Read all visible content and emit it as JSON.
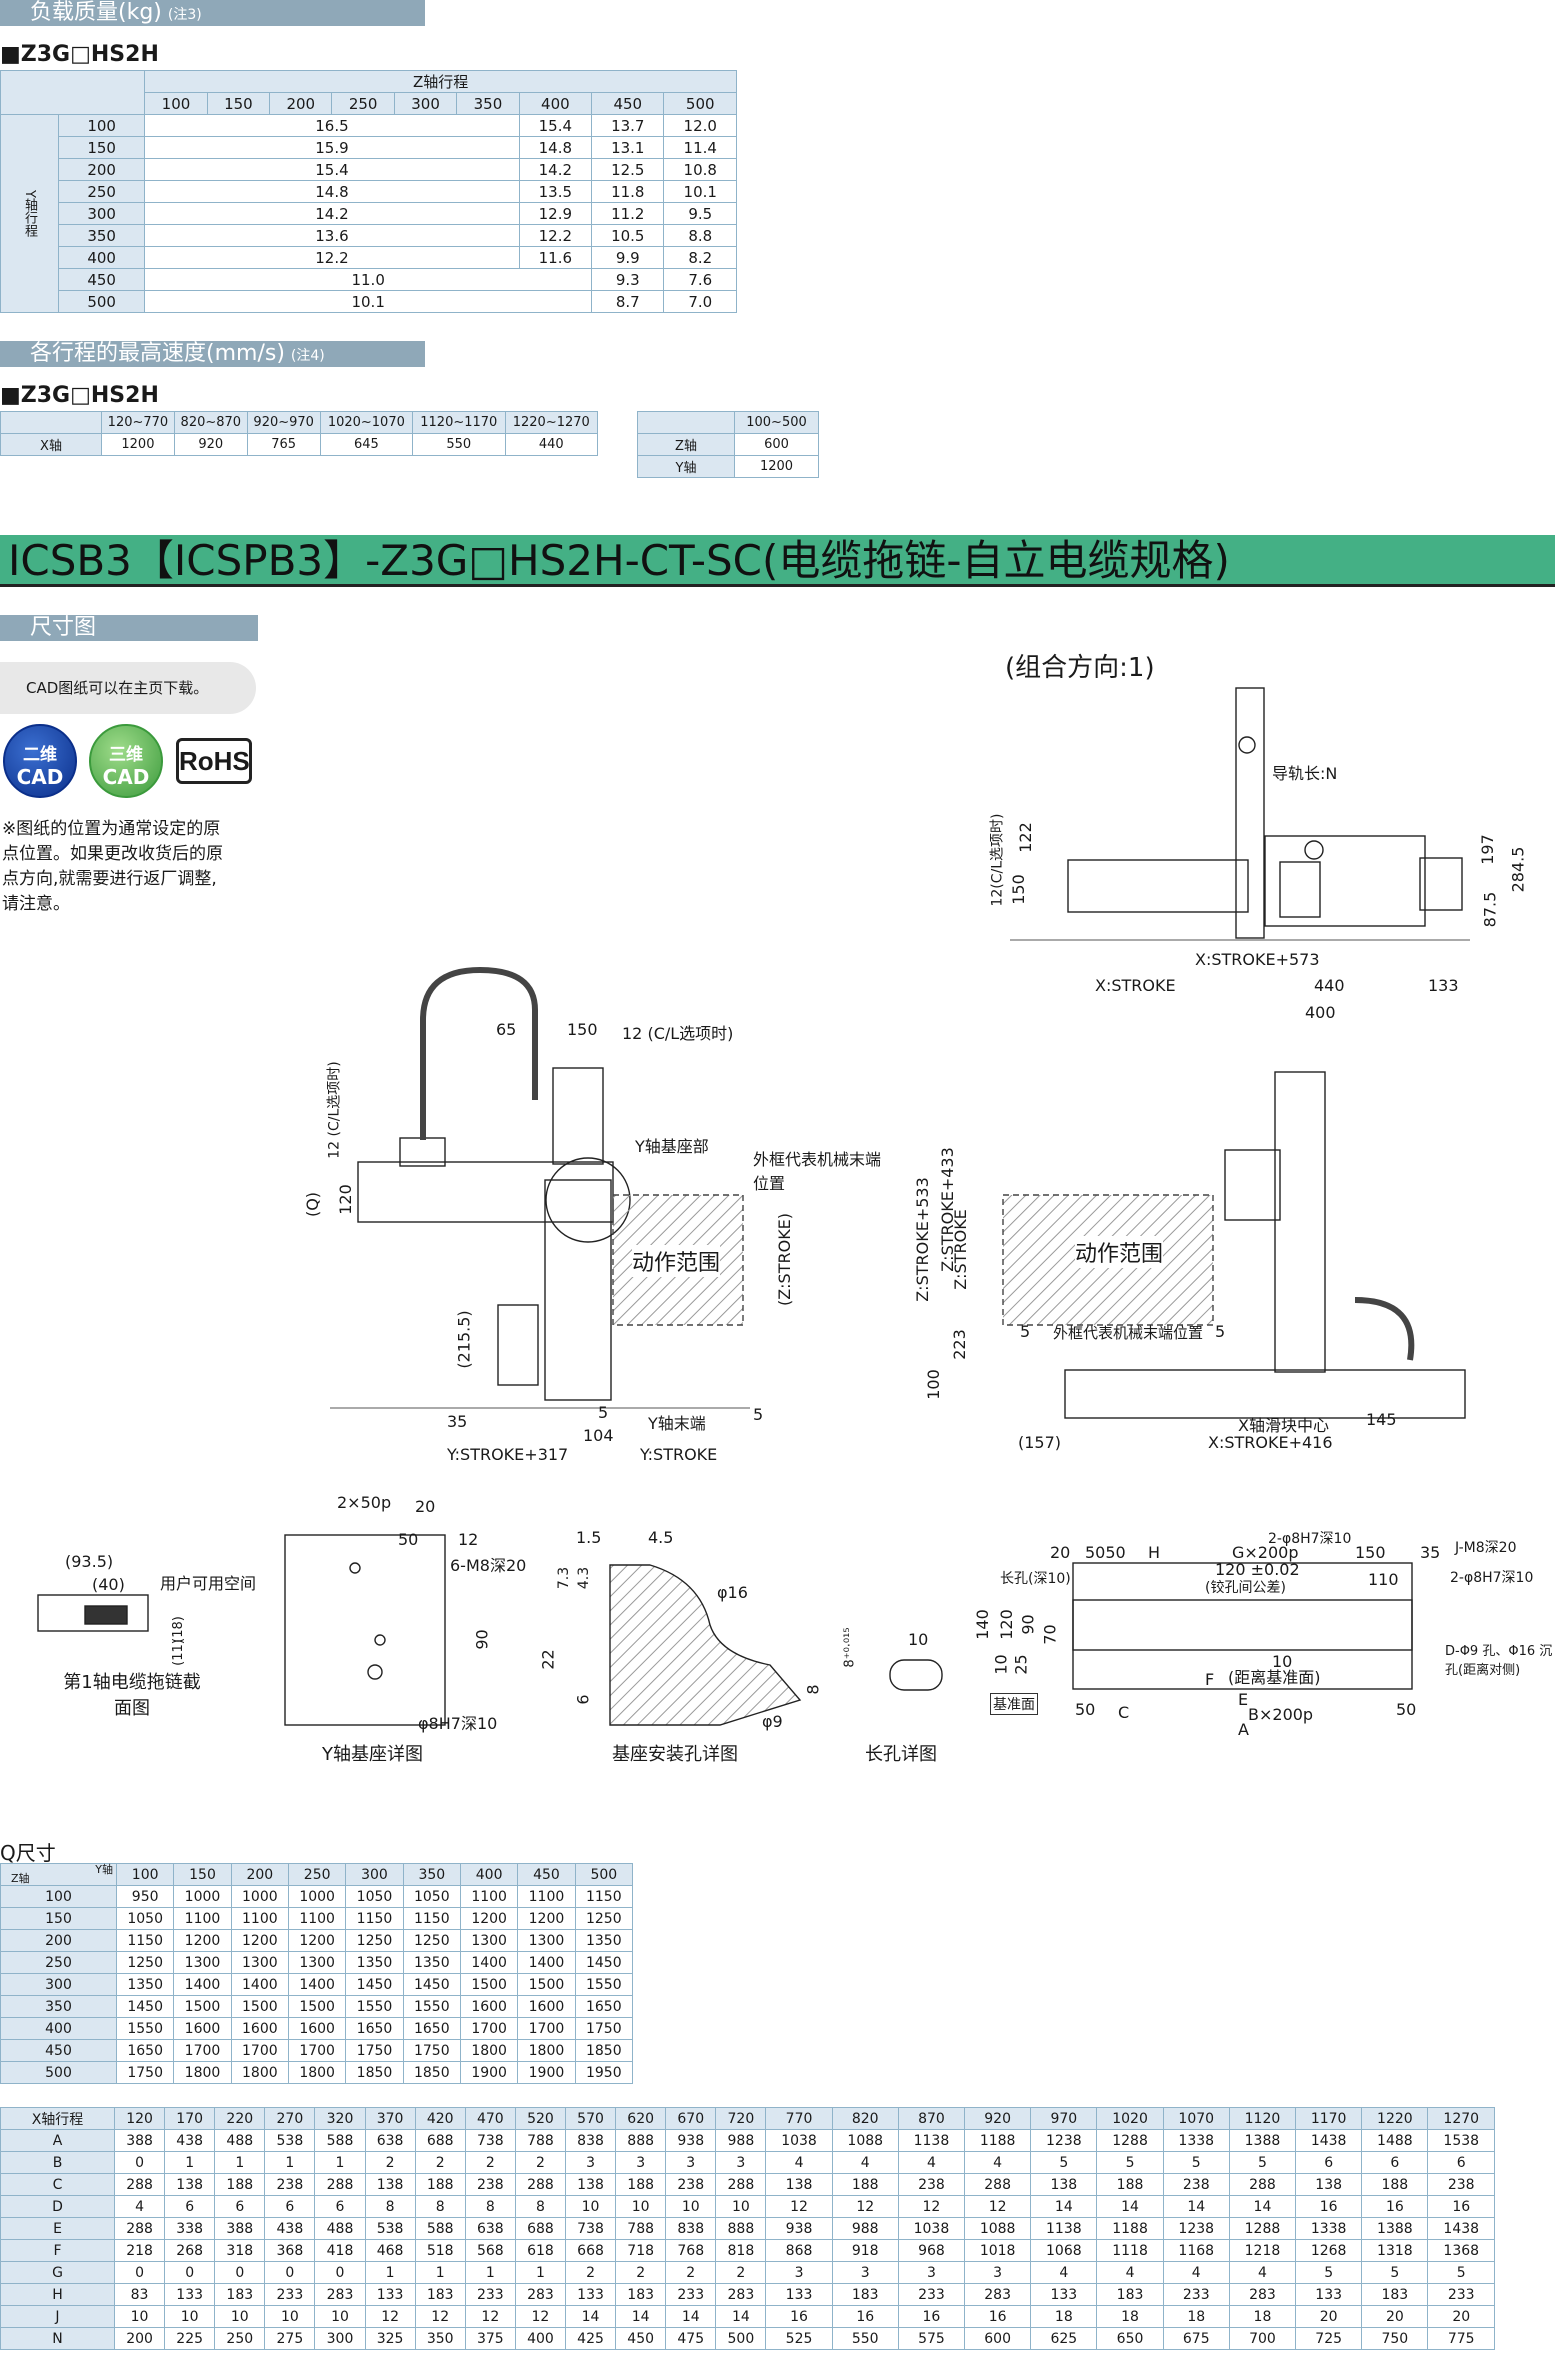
{
  "load_section": {
    "title": "负载质量(kg)",
    "note": "(注3)",
    "model": "■Z3G□HS2H",
    "z_header": "Z轴行程",
    "y_header": "Y轴行程",
    "z_strokes": [
      "100",
      "150",
      "200",
      "250",
      "300",
      "350",
      "400",
      "450",
      "500"
    ],
    "rows": [
      {
        "y": "100",
        "a": "16.5",
        "b": "15.4",
        "c": "13.7",
        "d": "12.0"
      },
      {
        "y": "150",
        "a": "15.9",
        "b": "14.8",
        "c": "13.1",
        "d": "11.4"
      },
      {
        "y": "200",
        "a": "15.4",
        "b": "14.2",
        "c": "12.5",
        "d": "10.8"
      },
      {
        "y": "250",
        "a": "14.8",
        "b": "13.5",
        "c": "11.8",
        "d": "10.1"
      },
      {
        "y": "300",
        "a": "14.2",
        "b": "12.9",
        "c": "11.2",
        "d": "9.5"
      },
      {
        "y": "350",
        "a": "13.6",
        "b": "12.2",
        "c": "10.5",
        "d": "8.8"
      },
      {
        "y": "400",
        "a": "12.2",
        "b": "11.6",
        "c": "9.9",
        "d": "8.2"
      }
    ],
    "rows_short": [
      {
        "y": "450",
        "a": "11.0",
        "c": "9.3",
        "d": "7.6"
      },
      {
        "y": "500",
        "a": "10.1",
        "c": "8.7",
        "d": "7.0"
      }
    ]
  },
  "speed_section": {
    "title": "各行程的最高速度(mm/s)",
    "note": "(注4)",
    "model": "■Z3G□HS2H",
    "x_ranges": [
      "120~770",
      "820~870",
      "920~970",
      "1020~1070",
      "1120~1170",
      "1220~1270"
    ],
    "x_label": "X轴",
    "x_values": [
      "1200",
      "920",
      "765",
      "645",
      "550",
      "440"
    ],
    "zy_range": "100~500",
    "z_label": "Z轴",
    "z_value": "600",
    "y_label": "Y轴",
    "y_value": "1200"
  },
  "main_title": "ICSB3【ICSPB3】-Z3G□HS2H-CT-SC(电缆拖链-自立电缆规格)",
  "dims": {
    "title": "尺寸图",
    "cad_note": "CAD图纸可以在主页下载。",
    "badge_2d_top": "二维",
    "badge_2d_bottom": "CAD",
    "badge_3d_top": "三维",
    "badge_3d_bottom": "CAD",
    "rohs": "RoHS",
    "origin_note": "※图纸的位置为通常设定的原点位置。如果更改收货后的原点方向,就需要进行返厂调整,请注意。",
    "combo_dir": "(组合方向:1)"
  },
  "drawing_labels": {
    "guide_len": "导轨长:N",
    "d197": "197",
    "d2845": "284.5",
    "d875": "87.5",
    "d122": "122",
    "d150v": "150",
    "cl12v": "12(C/L选项时)",
    "xs573": "X:STROKE+573",
    "xstroke": "X:STROKE",
    "d440": "440",
    "d133": "133",
    "d400": "400",
    "d65": "65",
    "d150": "150",
    "cl12": "12 (C/L选项时)",
    "y_base": "Y轴基座部",
    "outer_end": "外框代表机械末端位置",
    "outer_end2": "外框代表机械末端位置",
    "range1": "动作范围",
    "range2": "动作范围",
    "zstroke_p": "(Z:STROKE)",
    "q": "(Q)",
    "d120": "120",
    "cl12b": "12 (C/L选项时)",
    "d2155": "(215.5)",
    "d35": "35",
    "d5a": "5",
    "d104": "104",
    "y_end": "Y轴末端",
    "d5b": "5",
    "ys317": "Y:STROKE+317",
    "ystroke": "Y:STROKE",
    "zs533": "Z:STROKE+533",
    "zs433": "Z:STROKE+433",
    "zstroke": "Z:STROKE",
    "d223": "223",
    "d100": "100",
    "d5c": "5",
    "d5d": "5",
    "x_slider": "X轴滑块中心",
    "d145": "145",
    "d157": "(157)",
    "xs416": "X:STROKE+416",
    "d935": "(93.5)",
    "d40": "(40)",
    "user_space": "用户可用空间",
    "d18": "(18)",
    "d11": "(11)",
    "cable_sec": "第1轴电缆拖链截面图",
    "p250": "2×50p",
    "d20": "20",
    "d50": "50",
    "d12": "12",
    "m8": "6-M8深20",
    "d90": "90",
    "h8": "φ8H7深10",
    "ybase_cap": "Y轴基座详图",
    "d15": "1.5",
    "d45": "4.5",
    "d73": "7.3",
    "d43": "4.3",
    "phi16": "φ16",
    "d22": "22",
    "d6": "6",
    "phi9": "φ9",
    "d8": "8",
    "mount_cap": "基座安装孔详图",
    "tol": "8⁺⁰·⁰¹⁵",
    "d10": "10",
    "slot_cap": "长孔详图",
    "b20": "20",
    "b5050": "5050",
    "bH": "H",
    "bG": "G×200p",
    "b2h8": "2-φ8H7深10",
    "b150": "150",
    "b35": "35",
    "bJ": "J-M8深20",
    "bslot": "长孔(深10)",
    "b120": "120 ±0.02",
    "bpin": "(铰孔间公差)",
    "b110": "110",
    "b2h8b": "2-φ8H7深10",
    "b140": "140",
    "b120v": "120",
    "b90": "90",
    "b70": "70",
    "b10": "10",
    "b25": "25",
    "b10b": "10",
    "bF": "F",
    "bref": "(距离基准面)",
    "bD": "D-Φ9 孔、Φ16 沉孔(距离对侧)",
    "bbase": "基准面",
    "b50a": "50",
    "bC": "C",
    "bE": "E",
    "bB": "B×200p",
    "b50b": "50",
    "bA": "A"
  },
  "q_section": {
    "title": "Q尺寸",
    "y_label": "Y轴",
    "z_label": "Z轴",
    "y_strokes": [
      "100",
      "150",
      "200",
      "250",
      "300",
      "350",
      "400",
      "450",
      "500"
    ],
    "rows": [
      [
        "100",
        "950",
        "1000",
        "1000",
        "1000",
        "1050",
        "1050",
        "1100",
        "1100",
        "1150"
      ],
      [
        "150",
        "1050",
        "1100",
        "1100",
        "1100",
        "1150",
        "1150",
        "1200",
        "1200",
        "1250"
      ],
      [
        "200",
        "1150",
        "1200",
        "1200",
        "1200",
        "1250",
        "1250",
        "1300",
        "1300",
        "1350"
      ],
      [
        "250",
        "1250",
        "1300",
        "1300",
        "1300",
        "1350",
        "1350",
        "1400",
        "1400",
        "1450"
      ],
      [
        "300",
        "1350",
        "1400",
        "1400",
        "1400",
        "1450",
        "1450",
        "1500",
        "1500",
        "1550"
      ],
      [
        "350",
        "1450",
        "1500",
        "1500",
        "1500",
        "1550",
        "1550",
        "1600",
        "1600",
        "1650"
      ],
      [
        "400",
        "1550",
        "1600",
        "1600",
        "1600",
        "1650",
        "1650",
        "1700",
        "1700",
        "1750"
      ],
      [
        "450",
        "1650",
        "1700",
        "1700",
        "1700",
        "1750",
        "1750",
        "1800",
        "1800",
        "1850"
      ],
      [
        "500",
        "1750",
        "1800",
        "1800",
        "1800",
        "1850",
        "1850",
        "1900",
        "1900",
        "1950"
      ]
    ]
  },
  "x_table": {
    "header_label": "X轴行程",
    "strokes": [
      "120",
      "170",
      "220",
      "270",
      "320",
      "370",
      "420",
      "470",
      "520",
      "570",
      "620",
      "670",
      "720",
      "770",
      "820",
      "870",
      "920",
      "970",
      "1020",
      "1070",
      "1120",
      "1170",
      "1220",
      "1270"
    ],
    "rows": [
      {
        "k": "A",
        "v": [
          "388",
          "438",
          "488",
          "538",
          "588",
          "638",
          "688",
          "738",
          "788",
          "838",
          "888",
          "938",
          "988",
          "1038",
          "1088",
          "1138",
          "1188",
          "1238",
          "1288",
          "1338",
          "1388",
          "1438",
          "1488",
          "1538"
        ]
      },
      {
        "k": "B",
        "v": [
          "0",
          "1",
          "1",
          "1",
          "1",
          "2",
          "2",
          "2",
          "2",
          "3",
          "3",
          "3",
          "3",
          "4",
          "4",
          "4",
          "4",
          "5",
          "5",
          "5",
          "5",
          "6",
          "6",
          "6"
        ]
      },
      {
        "k": "C",
        "v": [
          "288",
          "138",
          "188",
          "238",
          "288",
          "138",
          "188",
          "238",
          "288",
          "138",
          "188",
          "238",
          "288",
          "138",
          "188",
          "238",
          "288",
          "138",
          "188",
          "238",
          "288",
          "138",
          "188",
          "238"
        ]
      },
      {
        "k": "D",
        "v": [
          "4",
          "6",
          "6",
          "6",
          "6",
          "8",
          "8",
          "8",
          "8",
          "10",
          "10",
          "10",
          "10",
          "12",
          "12",
          "12",
          "12",
          "14",
          "14",
          "14",
          "14",
          "16",
          "16",
          "16"
        ]
      },
      {
        "k": "E",
        "v": [
          "288",
          "338",
          "388",
          "438",
          "488",
          "538",
          "588",
          "638",
          "688",
          "738",
          "788",
          "838",
          "888",
          "938",
          "988",
          "1038",
          "1088",
          "1138",
          "1188",
          "1238",
          "1288",
          "1338",
          "1388",
          "1438"
        ]
      },
      {
        "k": "F",
        "v": [
          "218",
          "268",
          "318",
          "368",
          "418",
          "468",
          "518",
          "568",
          "618",
          "668",
          "718",
          "768",
          "818",
          "868",
          "918",
          "968",
          "1018",
          "1068",
          "1118",
          "1168",
          "1218",
          "1268",
          "1318",
          "1368"
        ]
      },
      {
        "k": "G",
        "v": [
          "0",
          "0",
          "0",
          "0",
          "0",
          "1",
          "1",
          "1",
          "1",
          "2",
          "2",
          "2",
          "2",
          "3",
          "3",
          "3",
          "3",
          "4",
          "4",
          "4",
          "4",
          "5",
          "5",
          "5"
        ]
      },
      {
        "k": "H",
        "v": [
          "83",
          "133",
          "183",
          "233",
          "283",
          "133",
          "183",
          "233",
          "283",
          "133",
          "183",
          "233",
          "283",
          "133",
          "183",
          "233",
          "283",
          "133",
          "183",
          "233",
          "283",
          "133",
          "183",
          "233"
        ]
      },
      {
        "k": "J",
        "v": [
          "10",
          "10",
          "10",
          "10",
          "10",
          "12",
          "12",
          "12",
          "12",
          "14",
          "14",
          "14",
          "14",
          "16",
          "16",
          "16",
          "16",
          "18",
          "18",
          "18",
          "18",
          "20",
          "20",
          "20"
        ]
      },
      {
        "k": "N",
        "v": [
          "200",
          "225",
          "250",
          "275",
          "300",
          "325",
          "350",
          "375",
          "400",
          "425",
          "450",
          "475",
          "500",
          "525",
          "550",
          "575",
          "600",
          "625",
          "650",
          "675",
          "700",
          "725",
          "750",
          "775"
        ]
      }
    ]
  }
}
